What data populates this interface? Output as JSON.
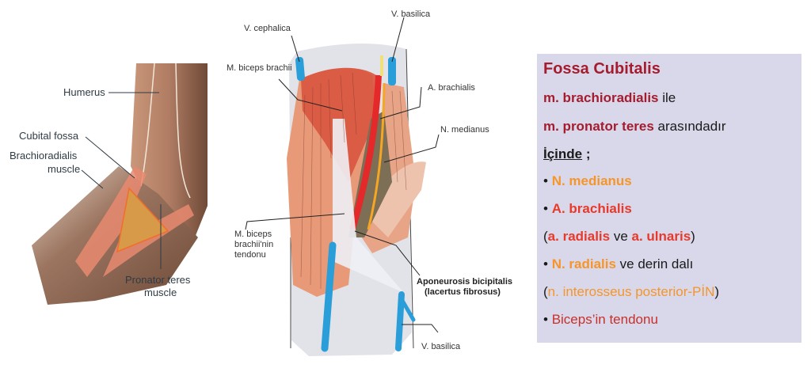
{
  "left_figure": {
    "labels": {
      "humerus": "Humerus",
      "cubital_fossa": "Cubital fossa",
      "brachioradialis_1": "Brachioradialis",
      "brachioradialis_2": "muscle",
      "pronator_1": "Pronator teres",
      "pronator_2": "muscle"
    }
  },
  "middle_figure": {
    "labels": {
      "v_cephalica": "V. cephalica",
      "v_basilica_top": "V. basilica",
      "m_biceps": "M. biceps brachii",
      "a_brachialis": "A. brachialis",
      "n_medianus": "N. medianus",
      "tendon_1": "M. biceps",
      "tendon_2": "brachii'nin",
      "tendon_3": "tendonu",
      "aponeurosis_1": "Aponeurosis bicipitalis",
      "aponeurosis_2": "(lacertus fibrosus)",
      "v_basilica_bottom": "V. basilica"
    }
  },
  "panel": {
    "title": "Fossa Cubitalis",
    "line1": {
      "term": "m. brachioradialis",
      "rest": " ile"
    },
    "line2": {
      "term": "m. pronator teres",
      "rest": " arasındadır"
    },
    "line3": {
      "term": "İçinde",
      "rest": " ;"
    },
    "bullet": "• ",
    "item1": "N. medianus",
    "item2": "A. brachialis",
    "item2_sub": {
      "open": "(",
      "a1": "a. radialis",
      "mid": " ve ",
      "a2": "a. ulnaris",
      "close": ")"
    },
    "item3": {
      "term": "N. radialis",
      "rest": " ve derin dalı"
    },
    "item3_sub": {
      "open": "(",
      "text": "n. interosseus posterior-PİN",
      "close": ")"
    },
    "item4": "Biceps’in tendonu"
  },
  "colors": {
    "title_red": "#a51c2e",
    "artery_red": "#e8392a",
    "nerve_orange": "#f5952a",
    "panel_bg": "#d8d8ea",
    "vein_blue": "#2a9ed8"
  }
}
